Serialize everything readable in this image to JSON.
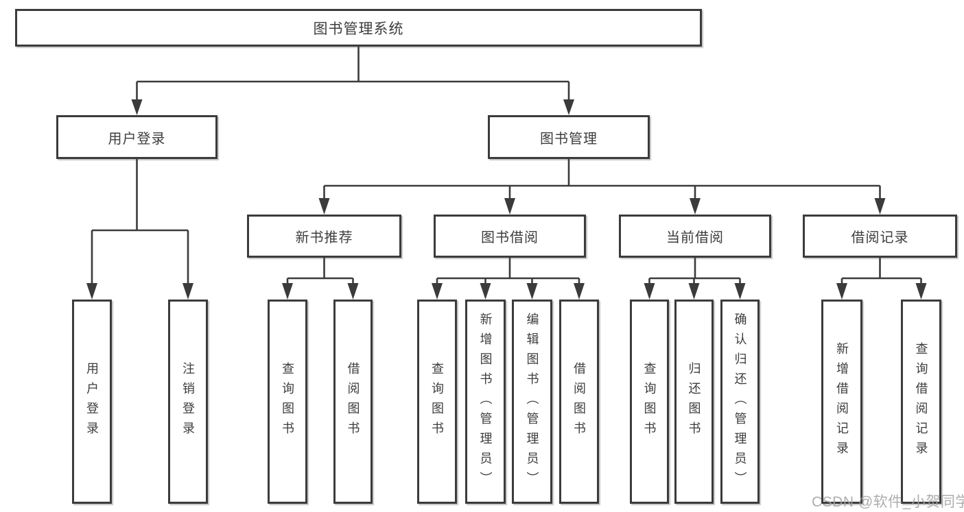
{
  "tree": {
    "root": "图书管理系统",
    "level2": [
      {
        "label": "用户登录"
      },
      {
        "label": "图书管理"
      }
    ],
    "level3": [
      {
        "label": "新书推荐"
      },
      {
        "label": "图书借阅"
      },
      {
        "label": "当前借阅"
      },
      {
        "label": "借阅记录"
      }
    ],
    "leaves": [
      {
        "label": "用户登录",
        "parent": "用户登录"
      },
      {
        "label": "注销登录",
        "parent": "用户登录"
      },
      {
        "label": "查询图书",
        "parent": "新书推荐"
      },
      {
        "label": "借阅图书",
        "parent": "新书推荐"
      },
      {
        "label": "查询图书",
        "parent": "图书借阅"
      },
      {
        "label": "新增图书（管理员）",
        "parent": "图书借阅"
      },
      {
        "label": "编辑图书（管理员）",
        "parent": "图书借阅"
      },
      {
        "label": "借阅图书",
        "parent": "图书借阅"
      },
      {
        "label": "查询图书",
        "parent": "当前借阅"
      },
      {
        "label": "归还图书",
        "parent": "当前借阅"
      },
      {
        "label": "确认归还（管理员）",
        "parent": "当前借阅"
      },
      {
        "label": "新增借阅记录",
        "parent": "借阅记录"
      },
      {
        "label": "查询借阅记录",
        "parent": "借阅记录"
      }
    ]
  },
  "watermark": "CSDN @软件_小贺同学",
  "colors": {
    "line": "#3b3b3b",
    "box_border": "#3b3b3b",
    "text": "#3d3d3d",
    "watermark": "#a4a4a4",
    "background": "#ffffff"
  }
}
